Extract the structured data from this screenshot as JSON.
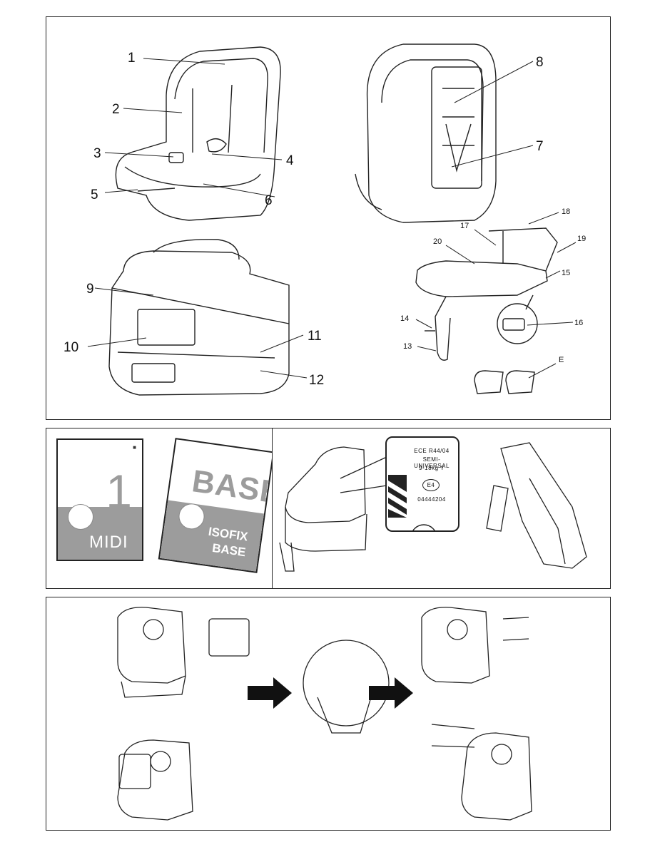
{
  "panel1": {
    "callouts": [
      "1",
      "2",
      "3",
      "4",
      "5",
      "6",
      "7",
      "8",
      "9",
      "10",
      "11",
      "12"
    ],
    "small_callouts": [
      "13",
      "14",
      "15",
      "16",
      "17",
      "18",
      "19",
      "20",
      "E"
    ]
  },
  "panel2": {
    "midi_book": {
      "number": "1",
      "title": "MIDI"
    },
    "base_book": {
      "title": "BASE",
      "band_line1": "ISOFIX",
      "band_line2": "BASE"
    },
    "approval_label": {
      "line1": "ECE R44/04",
      "line2": "SEMI-UNIVERSAL",
      "line3": "9-18kg Y",
      "mark": "E4",
      "number": "04444204"
    }
  },
  "icons": [
    "arrow-right-icon",
    "arrow-right-icon"
  ]
}
